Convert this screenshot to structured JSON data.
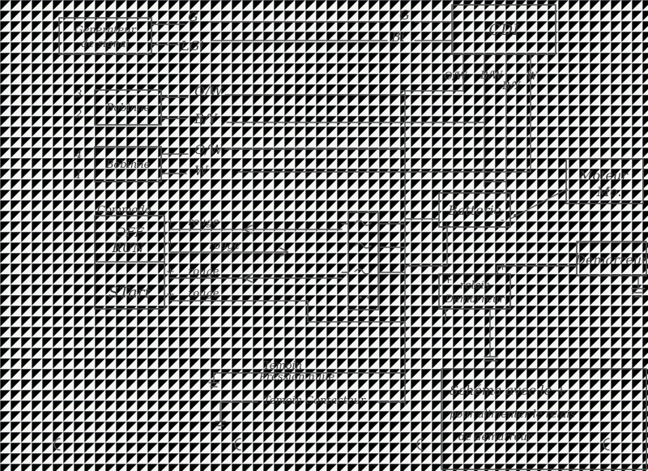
{
  "blocks": {
    "generator": [
      "Generateur",
      "de signal"
    ],
    "cdi": "CDI",
    "coil1": "Bobinne",
    "coil2": "Bobinne",
    "commodo": "Commodo",
    "off": "OFF",
    "run": "RUN",
    "start": "STart",
    "battery": "Batterie",
    "motor": [
      "Moteur",
      "Mo."
    ],
    "starter": "Demarreur",
    "relay": [
      "relais",
      "Demarreur"
    ]
  },
  "wires": {
    "gen_g": "G",
    "gen_lg": "LGi",
    "cdi_g": "G",
    "cdi_b": "Bi",
    "cdi_pins": [
      "O/W",
      "B/W",
      "B/Y",
      "W"
    ],
    "coil1_a": "O/W",
    "coil1_b": "B/Y",
    "coil2_a": "O/W",
    "coil2_b": "W",
    "rouge": "rouge",
    "coil1_num": [
      "3",
      "2"
    ],
    "coil2_num": [
      "4",
      "1"
    ]
  },
  "signs": {
    "plus": "+",
    "minus": "-"
  },
  "indicators": {
    "oil": [
      "Temoin",
      "Pression huile"
    ],
    "neutral": "Temoin Contacteur"
  },
  "note": [
    "Schéma avec le +",
    "pour alimenter le relais",
    "de demarreur"
  ]
}
